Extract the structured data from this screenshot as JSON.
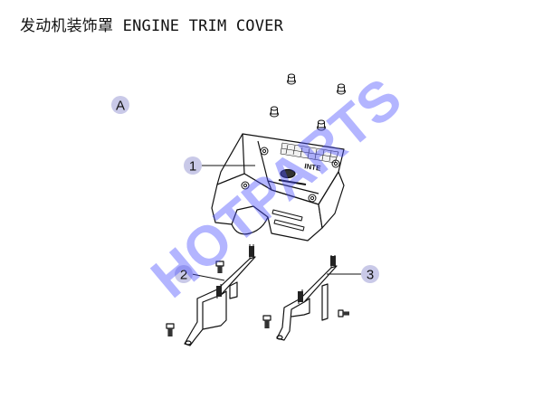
{
  "title": "发动机装饰罩 ENGINE TRIM COVER",
  "view_label": "A",
  "callouts": [
    "1",
    "2",
    "3"
  ],
  "cover_lettering": "INTE",
  "watermark": "HOTPARTS",
  "colors": {
    "line": "#111111",
    "callout_fill": "#c9c9e8",
    "watermark": "#4b50ff"
  }
}
